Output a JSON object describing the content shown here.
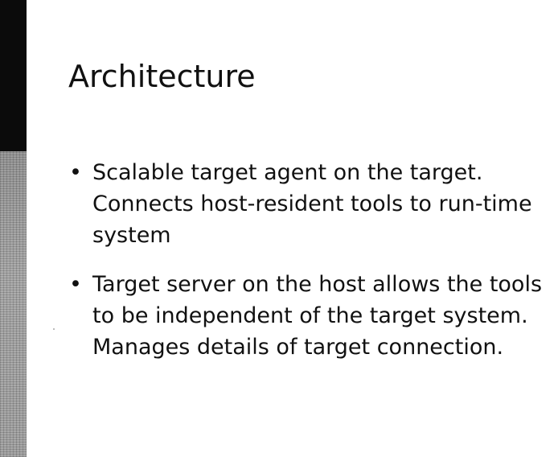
{
  "slide": {
    "title": "Architecture",
    "bullets": [
      {
        "text": "Scalable target agent on the target. Connects host-resident tools to run-time system"
      },
      {
        "text": "Target server on the host allows the tools to be independent of the target system. Manages details of target connection."
      }
    ],
    "bullet_symbol": "•"
  },
  "colors": {
    "background": "#ffffff",
    "text": "#111111",
    "left_bar_dark": "#0b0b0b",
    "left_bar_textured": "#9a9a9a"
  }
}
